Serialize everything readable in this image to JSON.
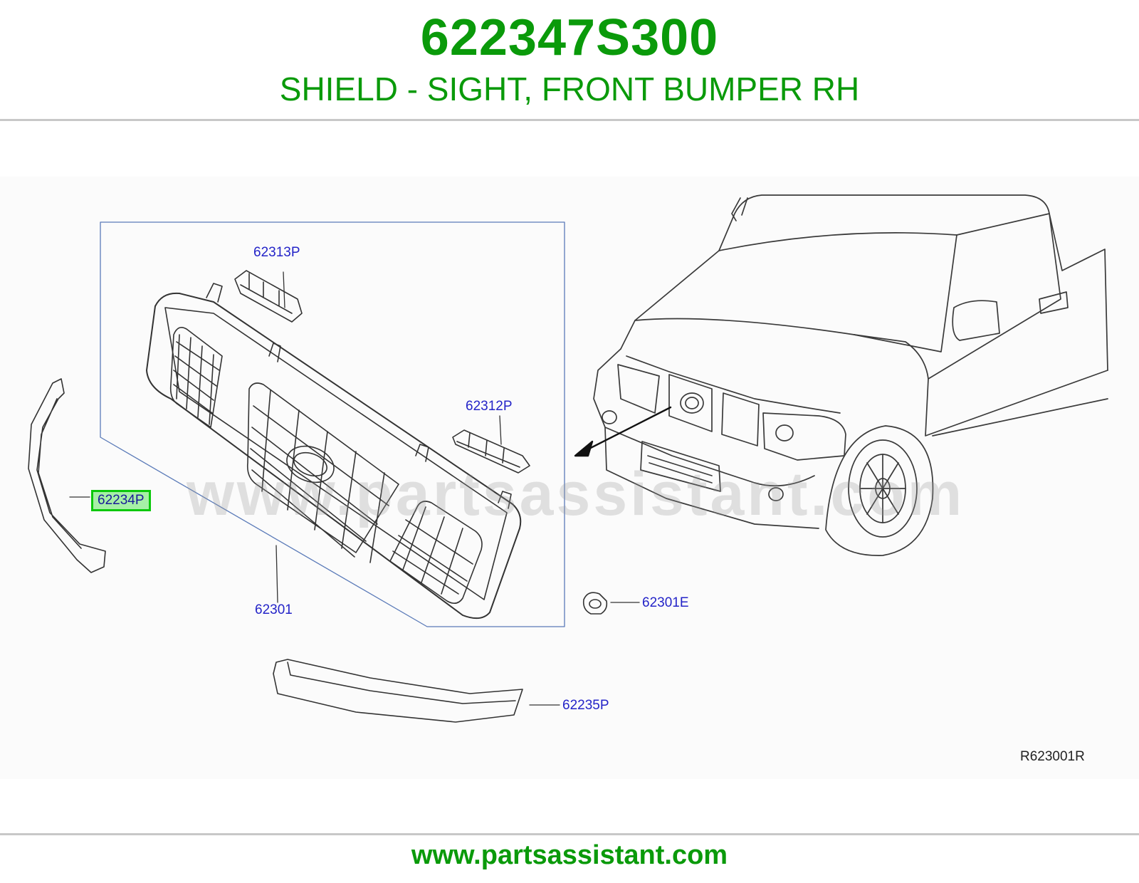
{
  "header": {
    "part_number": "622347S300",
    "description": "SHIELD - SIGHT, FRONT BUMPER RH"
  },
  "callouts": {
    "c62313P": "62313P",
    "c62312P": "62312P",
    "c62234P": "62234P",
    "c62301": "62301",
    "c62301E": "62301E",
    "c62235P": "62235P"
  },
  "highlighted_callout": "62234P",
  "reference_code": "R623001R",
  "watermark": "www.partsassistant.com",
  "footer": {
    "url": "www.partsassistant.com"
  },
  "colors": {
    "brand_green": "#0a9a0a",
    "callout_blue": "#2424c8",
    "highlight_fill": "#a6f0a6",
    "highlight_border": "#0bc80b"
  }
}
